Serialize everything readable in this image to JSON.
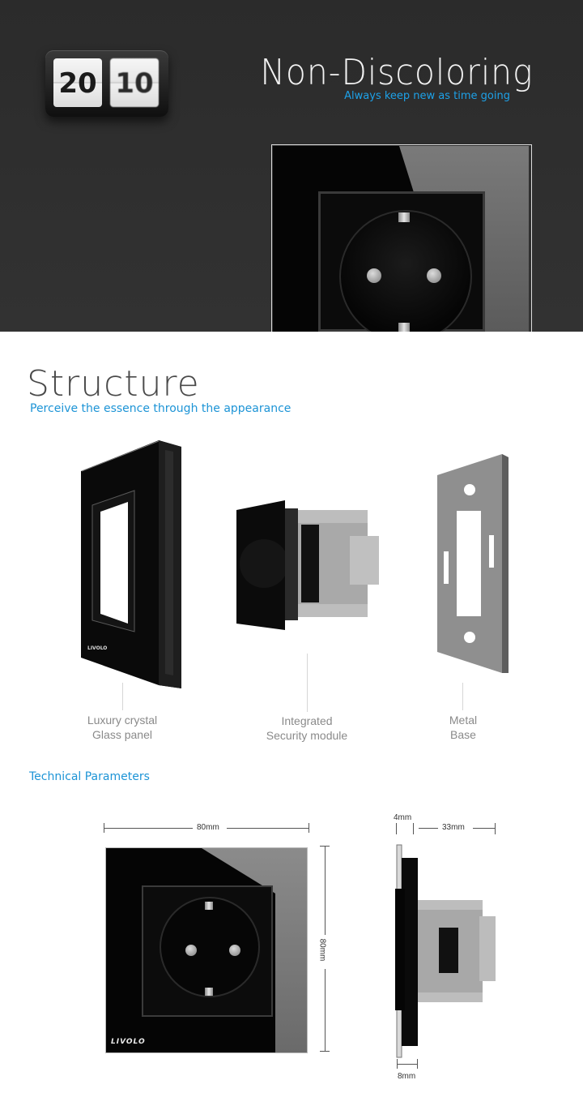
{
  "banner": {
    "clock_hours": "20",
    "clock_minutes": "10",
    "title": "Non-Discoloring",
    "subtitle": "Always keep new as time going"
  },
  "structure": {
    "title": "Structure",
    "subtitle": "Perceive the essence  through the appearance",
    "parts": [
      {
        "line1": "Luxury crystal",
        "line2": "Glass panel"
      },
      {
        "line1": "Integrated",
        "line2": "Security module"
      },
      {
        "line1": "Metal",
        "line2": "Base"
      }
    ],
    "panel_logo": "LIVOLO"
  },
  "technical": {
    "title": "Technical Parameters",
    "width_label": "80mm",
    "height_label": "80mm",
    "glass_thickness_label": "4mm",
    "depth_label": "33mm",
    "frame_thickness_label": "8mm",
    "front_logo": "LIVOLO"
  },
  "colors": {
    "accent": "#1d94d6",
    "banner_bg": "#2e2e2e",
    "glass_black": "#050505"
  }
}
